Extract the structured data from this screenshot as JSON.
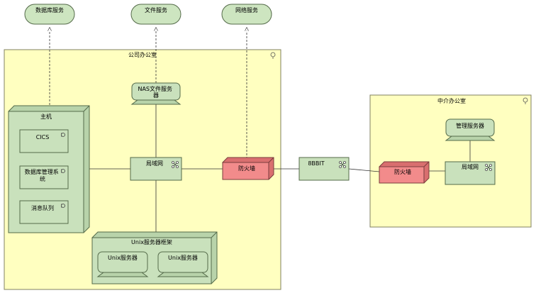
{
  "services": {
    "db": "数据库服务",
    "file": "文件服务",
    "network": "网络服务"
  },
  "office": {
    "title": "公司办公室",
    "nas": "NAS文件服务器",
    "mainframe": {
      "title": "主机",
      "cics": "CICS",
      "dbms": "数据库管理系统",
      "mq": "消息队列"
    },
    "lan": "局域网",
    "firewall": "防火墙",
    "unix_frame": {
      "title": "Unix服务器框架",
      "server1": "Unix服务器",
      "server2": "Unix服务器"
    }
  },
  "link": {
    "label": "8BBIT"
  },
  "agency": {
    "title": "中介办公室",
    "mgmt_server": "管理服务器",
    "firewall": "防火墙",
    "lan": "局域网"
  },
  "colors": {
    "service_fill": "#cde5c0",
    "location_fill": "#ffffc0",
    "node_fill": "#c9e1bc",
    "firewall_fill": "#f28b8b",
    "stroke": "#556b4a"
  }
}
